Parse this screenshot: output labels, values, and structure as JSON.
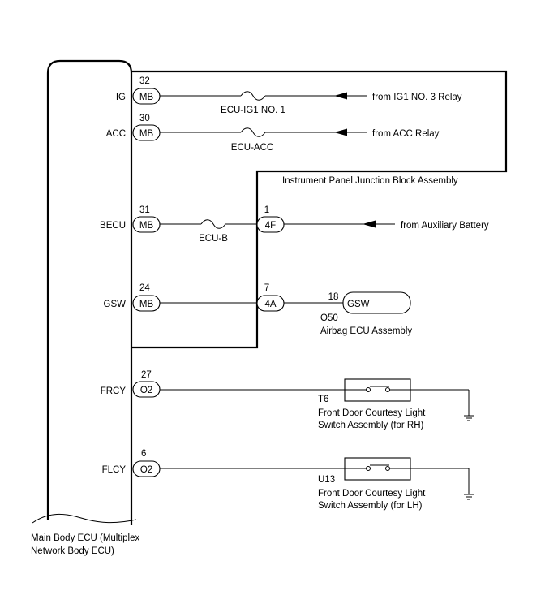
{
  "ecu": {
    "name_line1": "Main Body ECU (Multiplex",
    "name_line2": "Network Body ECU)"
  },
  "junction_block": {
    "name": "Instrument Panel Junction Block Assembly"
  },
  "pins": [
    {
      "signal": "IG",
      "pin": "32",
      "connector": "MB"
    },
    {
      "signal": "ACC",
      "pin": "30",
      "connector": "MB"
    },
    {
      "signal": "BECU",
      "pin": "31",
      "connector": "MB"
    },
    {
      "signal": "GSW",
      "pin": "24",
      "connector": "MB"
    },
    {
      "signal": "FRCY",
      "pin": "27",
      "connector": "O2"
    },
    {
      "signal": "FLCY",
      "pin": "6",
      "connector": "O2"
    }
  ],
  "fuses": {
    "ig1": "ECU-IG1 NO. 1",
    "acc": "ECU-ACC",
    "b": "ECU-B"
  },
  "sources": {
    "ig1": "from IG1 NO. 3 Relay",
    "acc": "from ACC Relay",
    "battery": "from Auxiliary Battery"
  },
  "jb_connectors": [
    {
      "pin": "1",
      "connector": "4F"
    },
    {
      "pin": "7",
      "connector": "4A"
    }
  ],
  "airbag": {
    "pin": "18",
    "terminal": "GSW",
    "code": "O50",
    "name": "Airbag ECU Assembly"
  },
  "switch_rh": {
    "code": "T6",
    "name_line1": "Front Door Courtesy Light",
    "name_line2": "Switch Assembly (for RH)"
  },
  "switch_lh": {
    "code": "U13",
    "name_line1": "Front Door Courtesy Light",
    "name_line2": "Switch Assembly (for LH)"
  }
}
